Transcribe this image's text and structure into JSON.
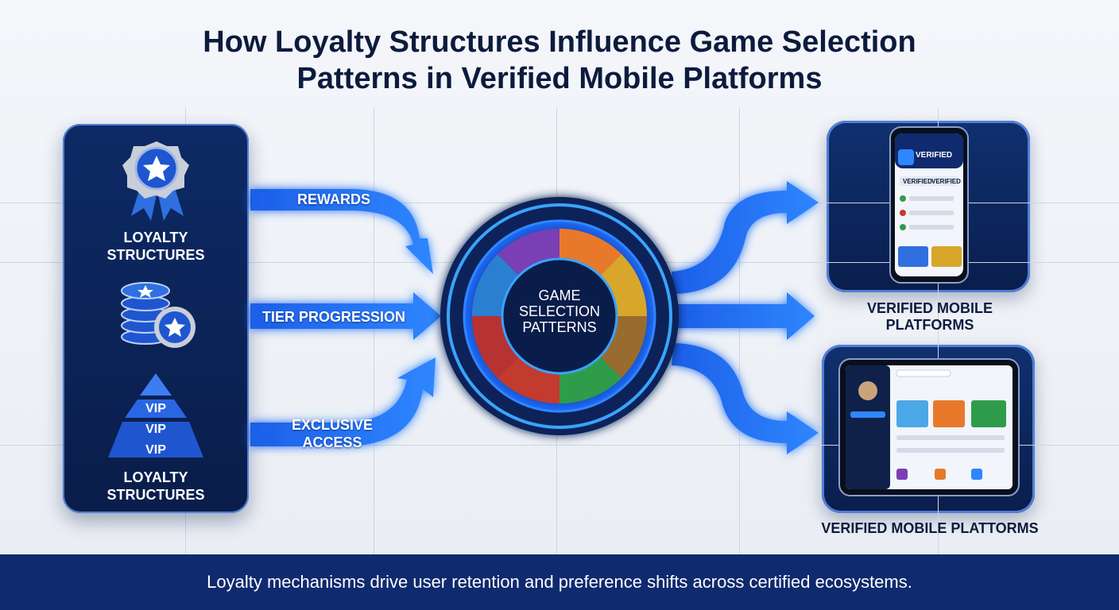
{
  "title": {
    "line1": "How Loyalty Structures Influence Game Selection",
    "line2": "Patterns in Verified Mobile Platforms"
  },
  "left_panel": {
    "top_label_line1": "LOYALTY",
    "top_label_line2": "STRUCTURES",
    "bottom_label_line1": "LOYALTY",
    "bottom_label_line2": "STRUCTURES",
    "vip_tiers": [
      "VIP",
      "VIP",
      "VIP"
    ],
    "icons": [
      "medal-star-icon",
      "coin-stack-icon",
      "vip-pyramid-icon"
    ]
  },
  "arrows": {
    "rewards": "REWARDS",
    "tier_progression": "TIER PROGRESSION",
    "exclusive_line1": "EXCLUSIVE",
    "exclusive_line2": "ACCESS"
  },
  "center": {
    "line1": "GAME",
    "line2": "SELECTION",
    "line3": "PATTERNS"
  },
  "phone": {
    "app_name_1": "VERIFIED",
    "app_name_2": "VERIFIED",
    "app_name_3": "VERIFIED"
  },
  "right_labels": {
    "top_line1": "VERIFIED MOBILE",
    "top_line2": "PLATFORMS",
    "bottom": "VERIFIED MOBILE PLATTORMS"
  },
  "footer": {
    "text": "Loyalty mechanisms drive user retention and preference shifts across certified ecosystems."
  },
  "colors": {
    "navy": "#0c1b3d",
    "panel": "#0d2a66",
    "accent_blue": "#1f6bff",
    "glow": "#39a4ff",
    "footer": "#0f2a6e"
  }
}
